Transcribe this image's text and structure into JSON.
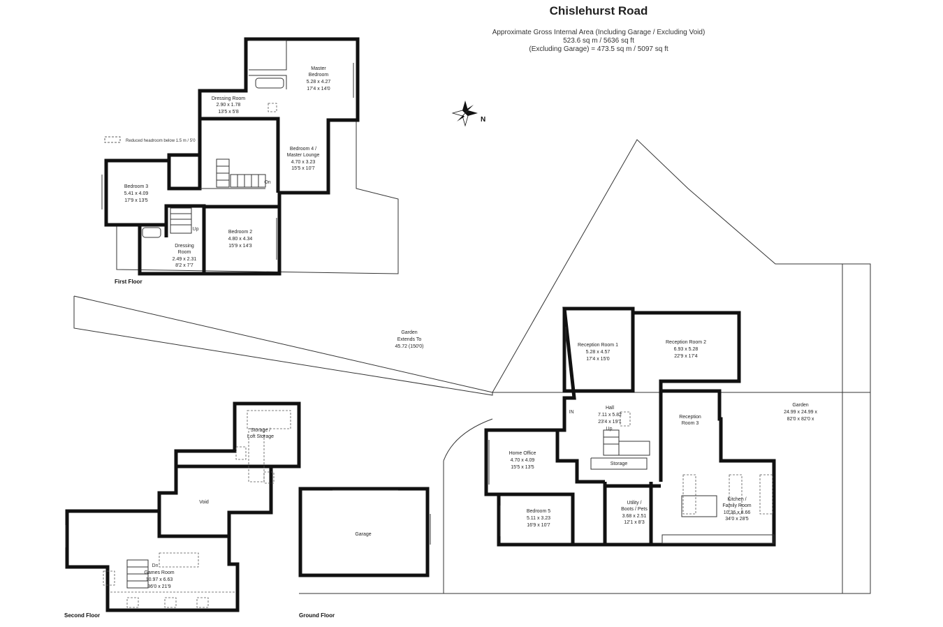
{
  "title": "Chislehurst Road",
  "area": {
    "line1": "Approximate Gross Internal Area (Including Garage / Excluding Void)",
    "line2": "523.6 sq m / 5636 sq ft",
    "line3": "(Excluding Garage) = 473.5 sq m / 5097 sq ft"
  },
  "compass": {
    "label": "N"
  },
  "legend": {
    "reduced_headroom": "Reduced headroom below 1.5 m / 5'0"
  },
  "floors": {
    "first": "First Floor",
    "second": "Second Floor",
    "ground": "Ground Floor"
  },
  "rooms": {
    "master_bedroom": {
      "name1": "Master",
      "name2": "Bedroom",
      "metric": "5.28 x 4.27",
      "imperial": "17'4 x 14'0"
    },
    "dressing_room_1": {
      "name1": "Dressing Room",
      "metric": "2.90 x 1.78",
      "imperial": "13'5 x 5'8"
    },
    "bedroom4": {
      "name1": "Bedroom 4 /",
      "name2": "Master Lounge",
      "metric": "4.70 x 3.23",
      "imperial": "15'5 x 10'7"
    },
    "bedroom3": {
      "name1": "Bedroom 3",
      "metric": "5.41 x 4.09",
      "imperial": "17'9 x 13'5"
    },
    "bedroom2": {
      "name1": "Bedroom 2",
      "metric": "4.80 x 4.34",
      "imperial": "15'9 x 14'3"
    },
    "dressing_room_2": {
      "name1": "Dressing",
      "name2": "Room",
      "metric": "2.49 x 2.31",
      "imperial": "8'2 x 7'7"
    },
    "garden_ext": {
      "name1": "Garden",
      "name2": "Extends To",
      "metric": "45.72 (150'0)"
    },
    "reception1": {
      "name1": "Reception Room 1",
      "metric": "5.28 x 4.57",
      "imperial": "17'4 x 15'0"
    },
    "reception2": {
      "name1": "Reception Room 2",
      "metric": "6.93 x 5.28",
      "imperial": "22'9 x 17'4"
    },
    "hall": {
      "name1": "Hall",
      "metric": "7.11 x 5.82",
      "imperial": "23'4 x 19'1"
    },
    "reception3": {
      "name1": "Reception",
      "name2": "Room 3"
    },
    "garden_side": {
      "name1": "Garden",
      "metric": "24.99 x 24.99 x",
      "imperial": "82'0 x 82'0 x"
    },
    "home_office": {
      "name1": "Home Office",
      "metric": "4.70 x 4.09",
      "imperial": "15'5 x 13'5"
    },
    "storage": {
      "name1": "Storage"
    },
    "bedroom5": {
      "name1": "Bedroom 5",
      "metric": "5.11 x 3.23",
      "imperial": "16'9 x 10'7"
    },
    "utility": {
      "name1": "Utility /",
      "name2": "Boots / Pets",
      "metric": "3.68 x 2.51",
      "imperial": "12'1 x 8'3"
    },
    "kitchen": {
      "name1": "Kitchen /",
      "name2": "Family Room",
      "metric": "10.36 x 8.66",
      "imperial": "34'0 x 28'5"
    },
    "garage": {
      "name1": "Garage"
    },
    "loft": {
      "name1": "Storage /",
      "name2": "Loft Storage"
    },
    "void": {
      "name1": "Void"
    },
    "games_room": {
      "name1": "Games Room",
      "metric": "10.97 x 6.63",
      "imperial": "36'0 x 21'9"
    }
  },
  "markers": {
    "in": "IN",
    "up": "Up",
    "up2": "Up",
    "on": "On",
    "dn": "Dn"
  }
}
